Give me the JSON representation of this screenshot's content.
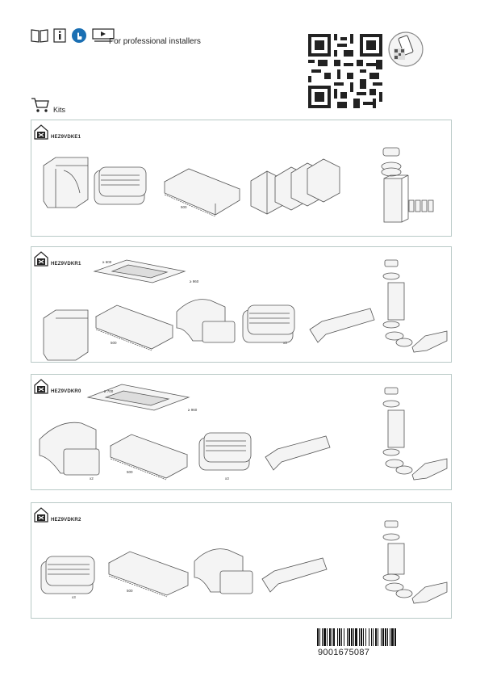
{
  "header": {
    "tagline": "For professional installers",
    "icons": [
      "manual-book-icon",
      "info-icon",
      "hand-touch-icon",
      "video-play-icon"
    ]
  },
  "kits_heading": "Kits",
  "panels": [
    {
      "code": "HEZ9VDKE1",
      "labels": {
        "len": "500"
      }
    },
    {
      "code": "HEZ9VDKR1",
      "labels": {
        "w": "≥ 600",
        "h": "≥ 960",
        "len": "500",
        "qty": "x3"
      }
    },
    {
      "code": "HEZ9VDKR0",
      "labels": {
        "w": "≥ 700",
        "h": "≥ 960",
        "qty1": "x2",
        "len": "500",
        "qty2": "x3"
      }
    },
    {
      "code": "HEZ9VDKR2",
      "labels": {
        "qty": "x3",
        "len": "500"
      }
    }
  ],
  "barcode_number": "9001675087",
  "colors": {
    "panel_border": "#b8c9c6",
    "line": "#555555",
    "fill": "#f2f2f2"
  }
}
